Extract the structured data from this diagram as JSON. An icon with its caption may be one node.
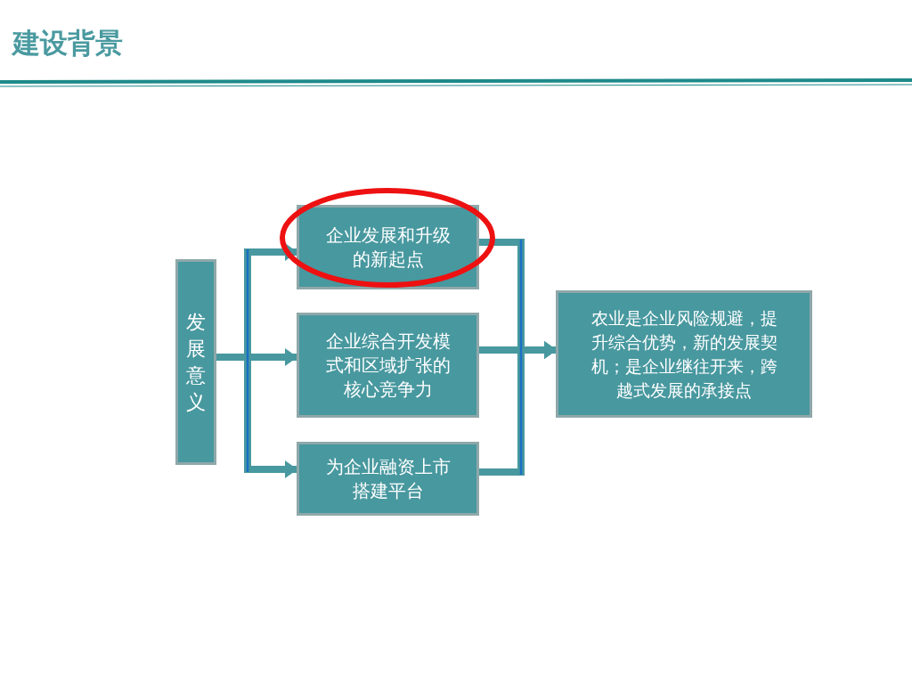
{
  "diagram": {
    "title": "建设背景",
    "nodes": [
      {
        "text": [
          "发展意义"
        ]
      },
      {
        "text": [
          "企业发展和升级的新起点"
        ]
      },
      {
        "text": [
          "企业综合开发模式和区域扩张的核心竞争力"
        ]
      },
      {
        "text": [
          "为企业融资上市搭建平台"
        ]
      },
      {
        "text": [
          "农业是企业风险规避，提升综合优势，新的发展契机；是企业继往开来，跨越式发展的承接点"
        ]
      }
    ],
    "edges": [
      {
        "from": 0,
        "to": 1,
        "arrow": "to"
      },
      {
        "from": 0,
        "to": 2,
        "arrow": "to"
      },
      {
        "from": 0,
        "to": 3,
        "arrow": "to"
      },
      {
        "from": 1,
        "to": 4,
        "arrow": "to"
      },
      {
        "from": 2,
        "to": 4,
        "arrow": "to"
      },
      {
        "from": 3,
        "to": 4,
        "arrow": "to"
      }
    ]
  }
}
